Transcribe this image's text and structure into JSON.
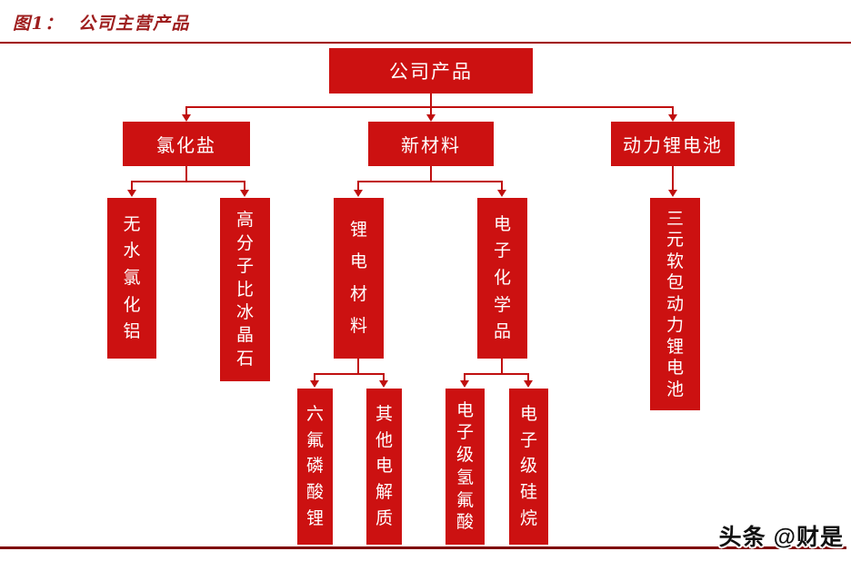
{
  "header": {
    "title": "图1：  公司主营产品"
  },
  "colors": {
    "box_red": "#cc1111",
    "line_red": "#c00f0f",
    "title_red": "#9e1e1e",
    "top_rule_red": "#a00000",
    "bottom_rule_red": "#7e0000",
    "box_text": "#ffffff",
    "watermark_text": "#111111"
  },
  "nodes": {
    "root": "公司产品",
    "chloride_salts": "氯化盐",
    "new_materials": "新材料",
    "power_lithium_battery": "动力锂电池",
    "anhydrous_aluminum_chloride": "无水氯化铝",
    "high_molecular_ratio_cryolite": "高分子比冰晶石",
    "lithium_battery_materials": "锂电材料",
    "electronic_chemicals": "电子化学品",
    "ternary_soft_pack_power_lithium_battery": "三元软包动力锂电池",
    "lithium_hexafluorophosphate": "六氟磷酸锂",
    "other_electrolytes": "其他电解质",
    "electronic_grade_hydrofluoric_acid": "电子级氢氟酸",
    "electronic_grade_silane": "电子级硅烷"
  },
  "footer": {
    "watermark": "头条 @财是"
  }
}
